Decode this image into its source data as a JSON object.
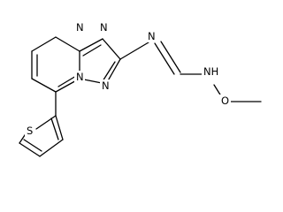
{
  "atoms": {
    "n_pyrimidine_top": "N",
    "n_triazole_right": "N",
    "n_bridgehead": "N",
    "n_triazole_bottom": "N",
    "n_imine": "N",
    "nh_amine": "NH",
    "o_methoxy": "O",
    "s_thiophene": "S"
  }
}
